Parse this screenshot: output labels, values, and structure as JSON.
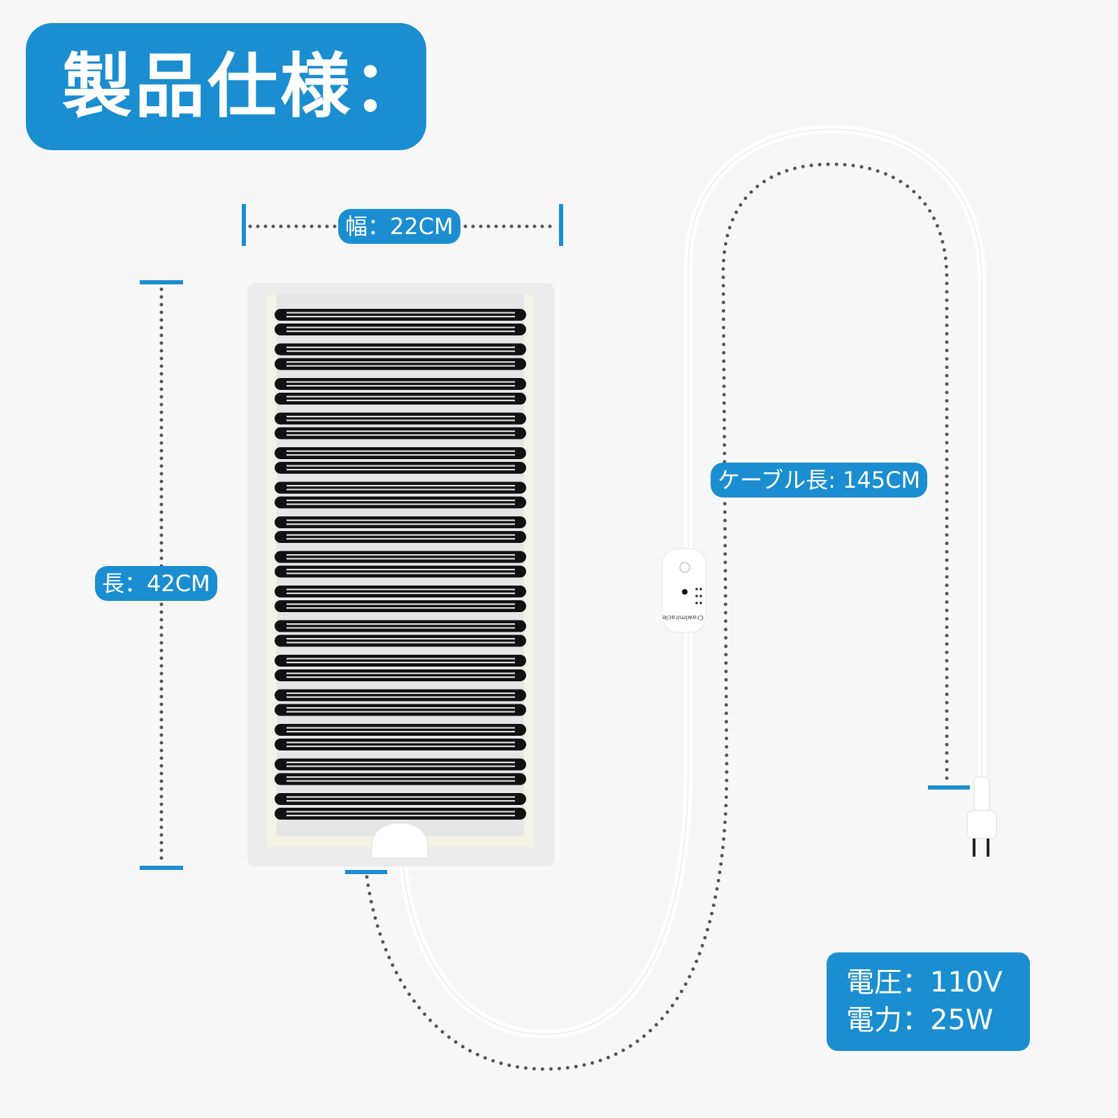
{
  "title": "製品仕様：",
  "dimensions": {
    "width_label": "幅：22CM",
    "length_label": "長：42CM",
    "cable_label": "ケーブル長: 145CM"
  },
  "specs": {
    "voltage": "電圧：110V",
    "power": "電力：25W"
  },
  "controller": {
    "brand": "Crawlmiracle"
  },
  "colors": {
    "accent": "#1a8ed0",
    "dots": "#555555",
    "background": "#f7f7f7"
  }
}
